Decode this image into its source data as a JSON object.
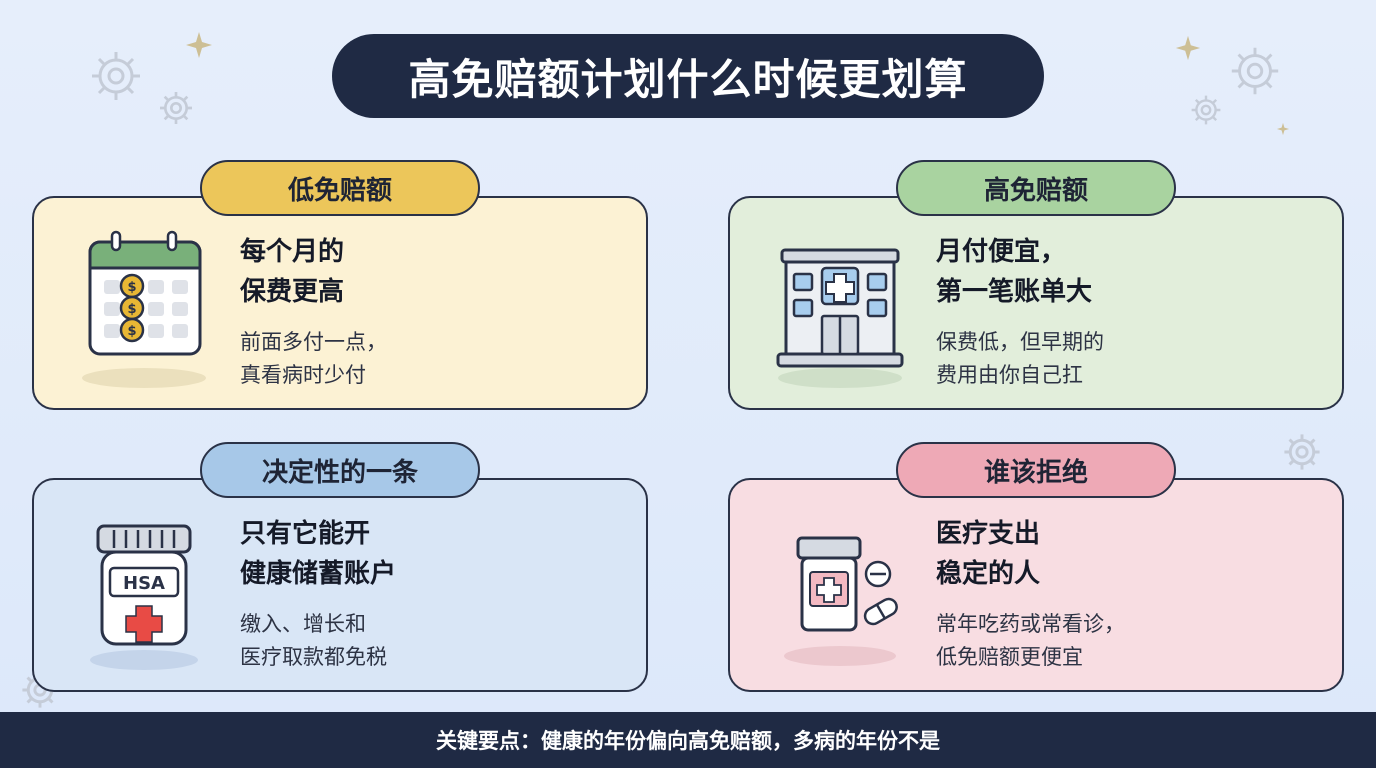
{
  "title": "高免赔额计划什么时候更划算",
  "cards": [
    {
      "tab": "低免赔额",
      "heading_line1": "每个月的",
      "heading_line2": "保费更高",
      "body_line1": "前面多付一点，",
      "body_line2": "真看病时少付",
      "icon": "calendar-coins-icon"
    },
    {
      "tab": "高免赔额",
      "heading_line1": "月付便宜，",
      "heading_line2": "第一笔账单大",
      "body_line1": "保费低，但早期的",
      "body_line2": "费用由你自己扛",
      "icon": "hospital-building-icon"
    },
    {
      "tab": "决定性的一条",
      "heading_line1": "只有它能开",
      "heading_line2": "健康储蓄账户",
      "body_line1": "缴入、增长和",
      "body_line2": "医疗取款都免税",
      "icon": "hsa-jar-icon",
      "icon_label": "HSA"
    },
    {
      "tab": "谁该拒绝",
      "heading_line1": "医疗支出",
      "heading_line2": "稳定的人",
      "body_line1": "常年吃药或常看诊，",
      "body_line2": "低免赔额更便宜",
      "icon": "medicine-bottle-pills-icon"
    }
  ],
  "footer": "关键要点：健康的年份偏向高免赔额，多病的年份不是",
  "colors": {
    "title_bg": "#1f2a44",
    "card1_bg": "#fcf2d4",
    "tab1": "#ecc65a",
    "card2_bg": "#e2eedb",
    "tab2": "#a9d3a0",
    "card3_bg": "#d9e6f6",
    "tab3": "#a7c8e8",
    "card4_bg": "#f8dde2",
    "tab4": "#eea9b6"
  }
}
